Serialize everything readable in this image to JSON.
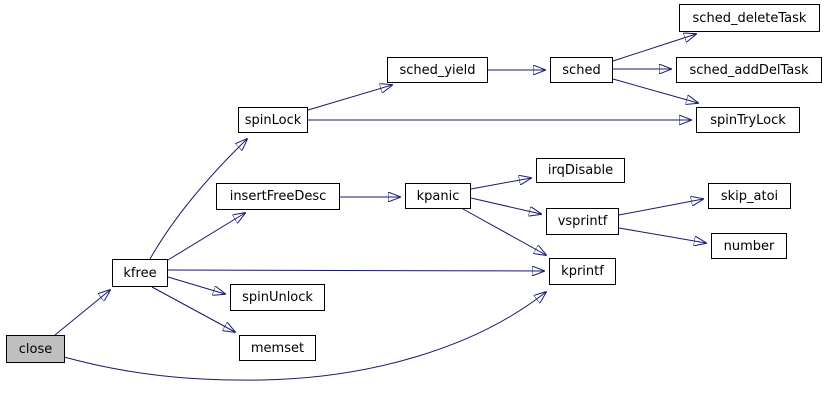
{
  "diagram": {
    "kind": "function-call-graph",
    "root_node": "close",
    "edge_color": "#191970",
    "arrow_color": "#191970",
    "node_border_color": "#000000",
    "node_fill_color": "#ffffff",
    "root_fill_color": "#c0c0c0",
    "text_color": "#000000",
    "background_color": "#ffffff"
  },
  "nodes": [
    {
      "id": "close",
      "label": "close"
    },
    {
      "id": "kfree",
      "label": "kfree"
    },
    {
      "id": "spinLock",
      "label": "spinLock"
    },
    {
      "id": "sched_yield",
      "label": "sched_yield"
    },
    {
      "id": "sched",
      "label": "sched"
    },
    {
      "id": "sched_deleteTask",
      "label": "sched_deleteTask"
    },
    {
      "id": "sched_addDelTask",
      "label": "sched_addDelTask"
    },
    {
      "id": "spinTryLock",
      "label": "spinTryLock"
    },
    {
      "id": "insertFreeDesc",
      "label": "insertFreeDesc"
    },
    {
      "id": "kpanic",
      "label": "kpanic"
    },
    {
      "id": "irqDisable",
      "label": "irqDisable"
    },
    {
      "id": "vsprintf",
      "label": "vsprintf"
    },
    {
      "id": "skip_atoi",
      "label": "skip_atoi"
    },
    {
      "id": "number",
      "label": "number"
    },
    {
      "id": "kprintf",
      "label": "kprintf"
    },
    {
      "id": "spinUnlock",
      "label": "spinUnlock"
    },
    {
      "id": "memset",
      "label": "memset"
    }
  ],
  "edges": [
    {
      "from": "close",
      "to": "kfree"
    },
    {
      "from": "close",
      "to": "kprintf"
    },
    {
      "from": "kfree",
      "to": "spinLock"
    },
    {
      "from": "kfree",
      "to": "insertFreeDesc"
    },
    {
      "from": "kfree",
      "to": "kprintf"
    },
    {
      "from": "kfree",
      "to": "spinUnlock"
    },
    {
      "from": "kfree",
      "to": "memset"
    },
    {
      "from": "spinLock",
      "to": "sched_yield"
    },
    {
      "from": "spinLock",
      "to": "spinTryLock"
    },
    {
      "from": "sched_yield",
      "to": "sched"
    },
    {
      "from": "sched",
      "to": "sched_deleteTask"
    },
    {
      "from": "sched",
      "to": "sched_addDelTask"
    },
    {
      "from": "sched",
      "to": "spinTryLock"
    },
    {
      "from": "insertFreeDesc",
      "to": "kpanic"
    },
    {
      "from": "kpanic",
      "to": "irqDisable"
    },
    {
      "from": "kpanic",
      "to": "vsprintf"
    },
    {
      "from": "kpanic",
      "to": "kprintf"
    },
    {
      "from": "vsprintf",
      "to": "skip_atoi"
    },
    {
      "from": "vsprintf",
      "to": "number"
    }
  ]
}
